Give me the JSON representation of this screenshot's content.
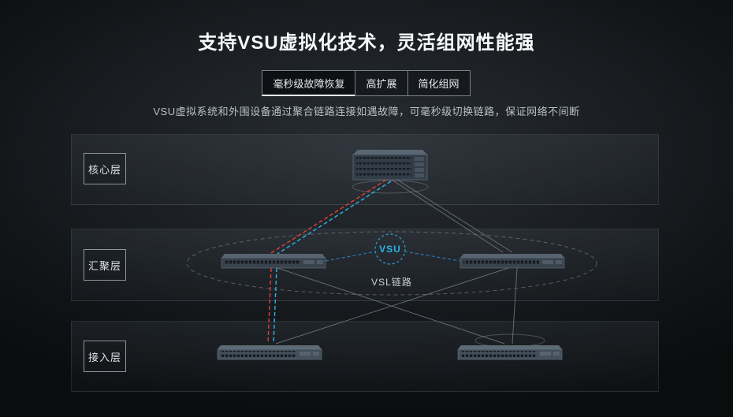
{
  "page": {
    "title": "支持VSU虚拟化技术，灵活组网性能强",
    "description": "VSU虚拟系统和外围设备通过聚合链路连接如遇故障，可毫秒级切换链路，保证网络不间断"
  },
  "tabs": [
    {
      "label": "毫秒级故障恢复",
      "active": true
    },
    {
      "label": "高扩展",
      "active": false
    },
    {
      "label": "简化组网",
      "active": false
    }
  ],
  "diagram": {
    "layers": [
      {
        "label": "核心层"
      },
      {
        "label": "汇聚层"
      },
      {
        "label": "接入层"
      }
    ],
    "vsu_label": "VSU",
    "vsl_label": "VSL链路",
    "devices": [
      "core-switch",
      "aggregation-switch-left",
      "aggregation-switch-right",
      "access-switch-left",
      "access-switch-right"
    ]
  },
  "colors": {
    "accent_cyan": "#2ab5e8",
    "line_red": "#e04038",
    "line_blue": "#2877b8",
    "line_gray": "#79828b",
    "title_white": "#f6f8f9",
    "active_tab_underline": "#ffffff"
  }
}
